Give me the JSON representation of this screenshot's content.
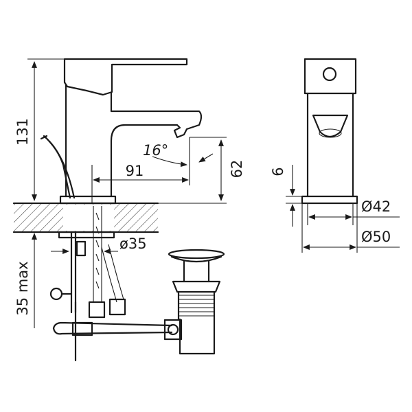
{
  "drawing": {
    "side_view": {
      "height_total": "131",
      "spout_reach": "91",
      "spout_angle": "16°",
      "spout_height": "62",
      "below_deck_max": "35 max",
      "hole_diameter": "ø35"
    },
    "front_view": {
      "base_thickness": "6",
      "body_width": "Ø42",
      "base_width": "Ø50"
    }
  }
}
